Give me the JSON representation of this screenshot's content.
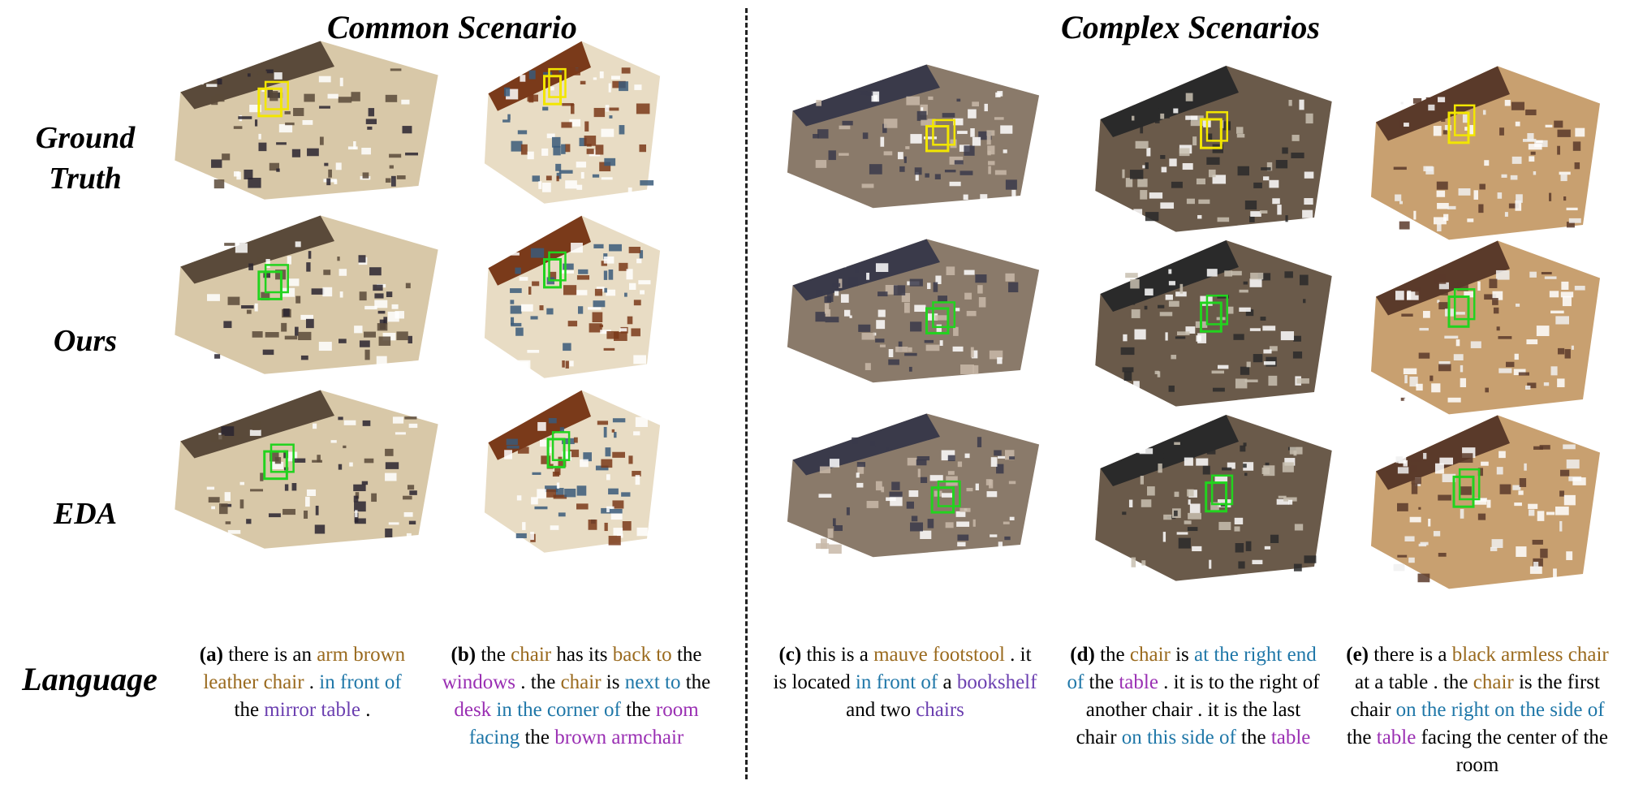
{
  "sections": {
    "common": "Common Scenario",
    "complex": "Complex Scenarios"
  },
  "rows": {
    "gt": "Ground\nTruth",
    "gt_line1": "Ground",
    "gt_line2": "Truth",
    "ours": "Ours",
    "eda": "EDA",
    "language": "Language"
  },
  "colors": {
    "ground_truth_box": "#f2e600",
    "prediction_box": "#22d31f",
    "attribute_text": "#9a6a1e",
    "relation_text": "#1f77a8",
    "object_text": "#9a2fb3"
  },
  "captions": [
    {
      "id": "a",
      "parts": [
        {
          "t": "(a)",
          "c": "tag"
        },
        {
          "t": " there is an ",
          "c": ""
        },
        {
          "t": "arm brown leather chair",
          "c": "brown"
        },
        {
          "t": " . ",
          "c": ""
        },
        {
          "t": "in front of",
          "c": "blue"
        },
        {
          "t": " the ",
          "c": ""
        },
        {
          "t": "mirror table",
          "c": "violet"
        },
        {
          "t": " .",
          "c": ""
        }
      ]
    },
    {
      "id": "b",
      "parts": [
        {
          "t": "(b)",
          "c": "tag"
        },
        {
          "t": "  the ",
          "c": ""
        },
        {
          "t": "chair",
          "c": "brown"
        },
        {
          "t": " has its ",
          "c": ""
        },
        {
          "t": "back to",
          "c": "brown"
        },
        {
          "t": " the ",
          "c": ""
        },
        {
          "t": "windows",
          "c": "purple"
        },
        {
          "t": " . the ",
          "c": ""
        },
        {
          "t": "chair",
          "c": "brown"
        },
        {
          "t": " is ",
          "c": ""
        },
        {
          "t": "next to",
          "c": "blue"
        },
        {
          "t": " the ",
          "c": ""
        },
        {
          "t": "desk",
          "c": "purple"
        },
        {
          "t": " ",
          "c": ""
        },
        {
          "t": "in the corner of",
          "c": "blue"
        },
        {
          "t": " the ",
          "c": ""
        },
        {
          "t": "room",
          "c": "purple"
        },
        {
          "t": " ",
          "c": ""
        },
        {
          "t": "facing",
          "c": "blue"
        },
        {
          "t": " the ",
          "c": ""
        },
        {
          "t": "brown armchair",
          "c": "purple"
        }
      ]
    },
    {
      "id": "c",
      "parts": [
        {
          "t": "(c)",
          "c": "tag"
        },
        {
          "t": " this is a ",
          "c": ""
        },
        {
          "t": "mauve footstool",
          "c": "brown"
        },
        {
          "t": " . it is located ",
          "c": ""
        },
        {
          "t": "in front of",
          "c": "blue"
        },
        {
          "t": " a ",
          "c": ""
        },
        {
          "t": "bookshelf",
          "c": "violet"
        },
        {
          "t": " and two ",
          "c": ""
        },
        {
          "t": "chairs",
          "c": "violet"
        }
      ]
    },
    {
      "id": "d",
      "parts": [
        {
          "t": "(d)",
          "c": "tag"
        },
        {
          "t": " the ",
          "c": ""
        },
        {
          "t": "chair",
          "c": "brown"
        },
        {
          "t": " is ",
          "c": ""
        },
        {
          "t": "at the right end of",
          "c": "blue"
        },
        {
          "t": " the ",
          "c": ""
        },
        {
          "t": "table",
          "c": "purple"
        },
        {
          "t": " . it is to the right of another chair . it is the last chair ",
          "c": ""
        },
        {
          "t": "on this side of",
          "c": "blue"
        },
        {
          "t": " the ",
          "c": ""
        },
        {
          "t": "table",
          "c": "purple"
        }
      ]
    },
    {
      "id": "e",
      "parts": [
        {
          "t": "(e)",
          "c": "tag"
        },
        {
          "t": " there is a ",
          "c": ""
        },
        {
          "t": "black armless chair",
          "c": "brown"
        },
        {
          "t": " at a table . the ",
          "c": ""
        },
        {
          "t": "chair",
          "c": "brown"
        },
        {
          "t": " is the first chair ",
          "c": ""
        },
        {
          "t": "on the right on the side of",
          "c": "blue"
        },
        {
          "t": " the ",
          "c": ""
        },
        {
          "t": "table",
          "c": "purple"
        },
        {
          "t": " facing the center of the room",
          "c": ""
        }
      ]
    }
  ]
}
